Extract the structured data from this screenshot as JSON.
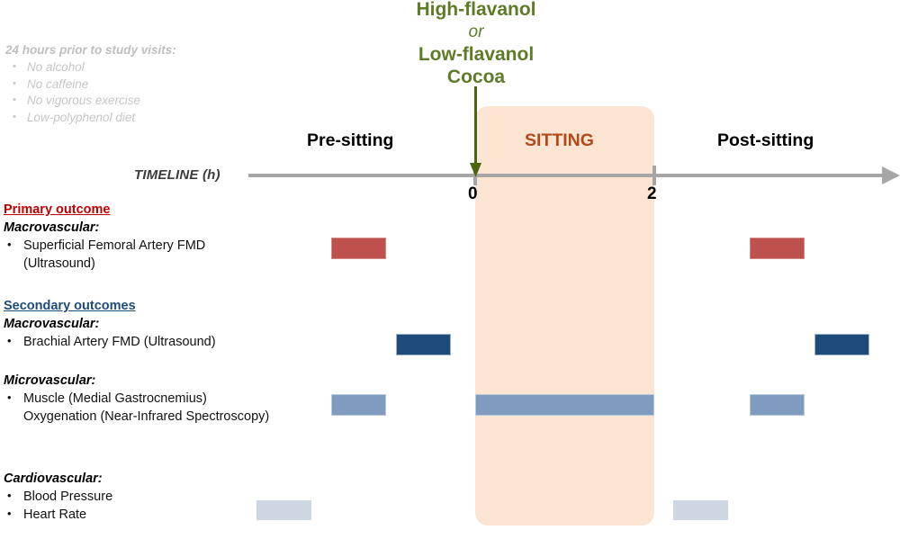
{
  "prep": {
    "title": "24 hours prior to study visits:",
    "items": [
      "No alcohol",
      "No caffeine",
      "No vigorous exercise",
      "Low-polyphenol diet"
    ]
  },
  "intervention": {
    "line1": "High-flavanol",
    "connector": "or",
    "line2": "Low-flavanol",
    "line3": "Cocoa",
    "color": "#5E7B28"
  },
  "phases": {
    "pre": "Pre-sitting",
    "sitting": "SITTING",
    "post": "Post-sitting",
    "sitting_color": "#B04A19",
    "band_color": "#FCE5D2"
  },
  "timeline": {
    "caption": "TIMELINE (h)",
    "ticks": [
      "0",
      "2"
    ],
    "axis_color": "#A6A6A6"
  },
  "outcomes": [
    {
      "heading": "Primary outcome",
      "heading_color": "#C00000",
      "subheading": "Macrovascular:",
      "items": [
        "Superficial Femoral Artery FMD (Ultrasound)"
      ]
    },
    {
      "heading": "Secondary outcomes",
      "heading_color": "#1F4B7A",
      "subheading": "Macrovascular:",
      "items": [
        "Brachial Artery FMD (Ultrasound)"
      ]
    },
    {
      "heading": "",
      "subheading": "Microvascular:",
      "items": [
        "Muscle (Medial Gastrocnemius) Oxygenation (Near-Infrared Spectroscopy)"
      ]
    },
    {
      "heading": "",
      "subheading": "Cardiovascular:",
      "items": [
        "Blood Pressure",
        "Heart Rate"
      ]
    }
  ],
  "chart_data": {
    "type": "timeline",
    "title": "High-flavanol or Low-flavanol Cocoa study visit timeline",
    "xlabel": "TIMELINE (h)",
    "x_ticks": [
      0,
      2
    ],
    "phases": [
      {
        "name": "Pre-sitting",
        "start_h": null,
        "end_h": 0
      },
      {
        "name": "SITTING",
        "start_h": 0,
        "end_h": 2
      },
      {
        "name": "Post-sitting",
        "start_h": 2,
        "end_h": null
      }
    ],
    "measurements": [
      {
        "label": "Superficial Femoral Artery FMD (Ultrasound)",
        "category": "Primary outcome / Macrovascular",
        "color": "#C0504D",
        "occurrences": [
          "Pre-sitting",
          "Post-sitting"
        ]
      },
      {
        "label": "Brachial Artery FMD (Ultrasound)",
        "category": "Secondary outcome / Macrovascular",
        "color": "#1F4B7A",
        "occurrences": [
          "Pre-sitting",
          "Post-sitting"
        ]
      },
      {
        "label": "Muscle (Medial Gastrocnemius) Oxygenation (Near-Infrared Spectroscopy)",
        "category": "Secondary outcome / Microvascular",
        "color": "#7F9BBF",
        "occurrences": [
          "Pre-sitting",
          "Continuous during SITTING (0-2 h)",
          "Post-sitting"
        ]
      },
      {
        "label": "Blood Pressure and Heart Rate",
        "category": "Secondary outcome / Cardiovascular",
        "color": "#CDD6E3",
        "occurrences": [
          "Pre-sitting",
          "Post-sitting"
        ]
      }
    ]
  }
}
